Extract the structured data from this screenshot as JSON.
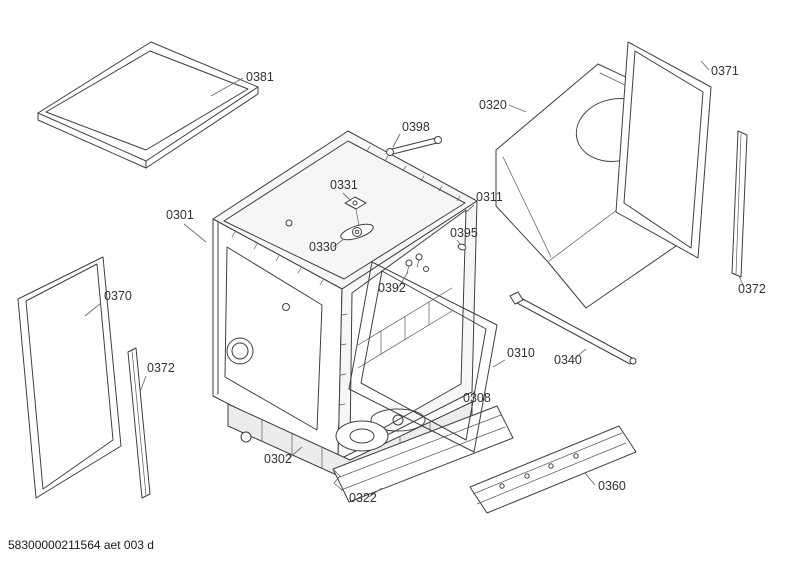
{
  "drawing": {
    "footer_code": "58300000211564 aet 003 d",
    "callouts": {
      "c0381": "0381",
      "c0301": "0301",
      "c0370": "0370",
      "c0372_left": "0372",
      "c0331": "0331",
      "c0330": "0330",
      "c0398": "0398",
      "c0392": "0392",
      "c0311": "0311",
      "c0395": "0395",
      "c0320": "0320",
      "c0371": "0371",
      "c0372_right": "0372",
      "c0310": "0310",
      "c0340": "0340",
      "c0308": "0308",
      "c0302": "0302",
      "c0322": "0322",
      "c0360": "0360"
    },
    "colors": {
      "line": "#3f3f3f",
      "leader": "#6e6e6e",
      "label_text": "#333333",
      "background": "#ffffff",
      "shade_light": "#f6f6f6",
      "shade_base": "#ececec"
    }
  }
}
